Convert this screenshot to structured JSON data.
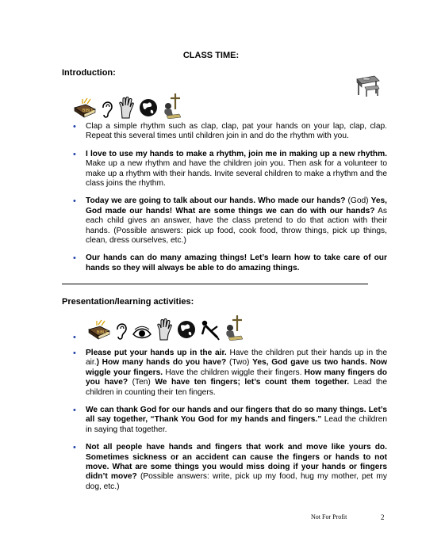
{
  "title": "CLASS TIME:",
  "introduction": {
    "heading": "Introduction:",
    "icons": [
      "bible-icon",
      "ear-icon",
      "hand-icon",
      "globe-icon",
      "praying-cross-icon"
    ],
    "bullets": [
      {
        "bold": "",
        "text": "Clap a simple rhythm such as clap, clap, pat your hands on your lap, clap, clap. Repeat this several times until children join in and do the rhythm with you."
      },
      {
        "bold": "I love to use my hands to make a rhythm, join me in making up a new rhythm.",
        "text": " Make up a new rhythm and have the children join you. Then ask for a volunteer to make up a rhythm with their hands. Invite several children to make a rhythm and the class joins the rhythm."
      },
      {
        "bold": "Today we are going to talk about our hands.  Who made our hands?",
        "text": " (God) ",
        "bold2": "Yes, God made our hands!  What are some things we can do with our hands?",
        "text2": " As each child gives an answer, have the class pretend to do that action with their hands. (Possible answers:  pick up food, cook food, throw things, pick up things, clean, dress ourselves, etc.)"
      },
      {
        "bold": "Our hands can do many amazing things! Let’s learn how to take care of our hands so they will always be able to do amazing things.",
        "text": ""
      }
    ]
  },
  "presentation": {
    "heading": "Presentation/learning activities:",
    "icons": [
      "bible-icon",
      "ear-icon",
      "eye-icon",
      "hand-icon",
      "globe-icon",
      "stretch-icon",
      "praying-cross-icon"
    ],
    "bullets": [
      {
        "bold": "Please put your hands up in the air.",
        "text": "  Have the children put their hands up in the air.",
        "bold2": ")  How many hands do you have?",
        "text2": " (Two) ",
        "bold3": "Yes, God gave us two hands. Now wiggle your fingers.",
        "text3": " Have the children wiggle their fingers. ",
        "bold4": "How many fingers do you have?",
        "text4": "  (Ten)  ",
        "bold5": "We have ten fingers; let’s count them together.",
        "text5": " Lead the children in counting their ten fingers."
      },
      {
        "bold": "We can thank God for our hands and our fingers that do so many things. Let’s all say together, “Thank You God for my hands and fingers.”",
        "text": " Lead the children in saying that together."
      },
      {
        "bold": "Not all people have hands and fingers that work and move like yours do. Sometimes sickness or an accident can cause the fingers or hands to not move. What are some things you would miss doing if your hands or fingers didn’t move?",
        "text": " (Possible answers: write, pick up my food, hug my mother, pet my dog, etc.)"
      }
    ]
  },
  "footer": {
    "text": "Not For Profit",
    "page_number": "2"
  }
}
